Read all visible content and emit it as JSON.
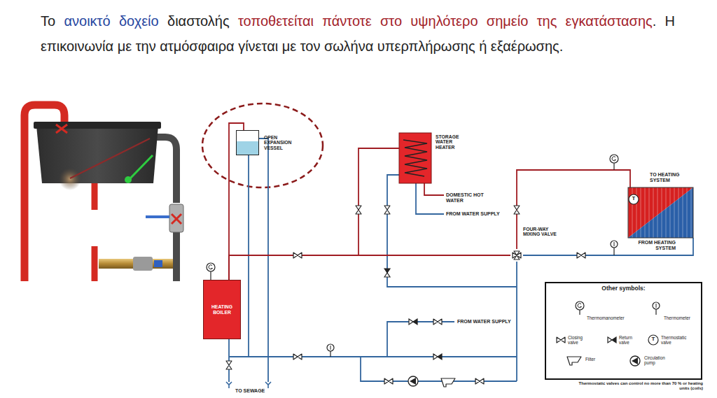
{
  "diagram": {
    "nodes": [
      {
        "text": [
          "OPEN EXPANSION VESSEL"
        ]
      },
      {
        "text": [
          "STORAGE WATER HEATER"
        ]
      },
      {
        "text": [
          "HEATING BOILER"
        ]
      },
      {
        "text": [
          "FOUR-WAY MIXING VALVE"
        ]
      }
    ],
    "edges": [
      {
        "from": 2,
        "to": 0,
        "arrow": "none"
      },
      {
        "from": 2,
        "to": 1,
        "arrow": "none"
      },
      {
        "from": 2,
        "to": 3,
        "arrow": "none"
      }
    ],
    "labels": [
      "Το",
      "ανοικτό δοχείο",
      "διαστολής",
      "τοποθετείται πάντοτε στο υψηλότερο σημείο της εγκατάστασης",
      ". Η επικοινωνία με την ατμόσφαιρα γίνεται με τον σωλήνα υπερπλήρωσης ή εξαέρωσης.",
      "DOMESTIC HOT WATER",
      "FROM WATER SUPPLY",
      "TO HEATING SYSTEM",
      "FROM HEATING SYSTEM",
      "T",
      "FROM WATER SUPPLY",
      "TO SEWAGE",
      "Other symbols:",
      "T",
      "Thermostatic valves can control no more than 70 % or heating units (coils)"
    ],
    "legend": [
      {
        "text": "Thermomanometer"
      },
      {
        "text": "Thermometer"
      },
      {
        "text": "Closing valve"
      },
      {
        "text": "Return valve"
      },
      {
        "text": "Thermostatic valve"
      },
      {
        "text": "Filter"
      },
      {
        "text": "Circulation pump"
      }
    ]
  }
}
